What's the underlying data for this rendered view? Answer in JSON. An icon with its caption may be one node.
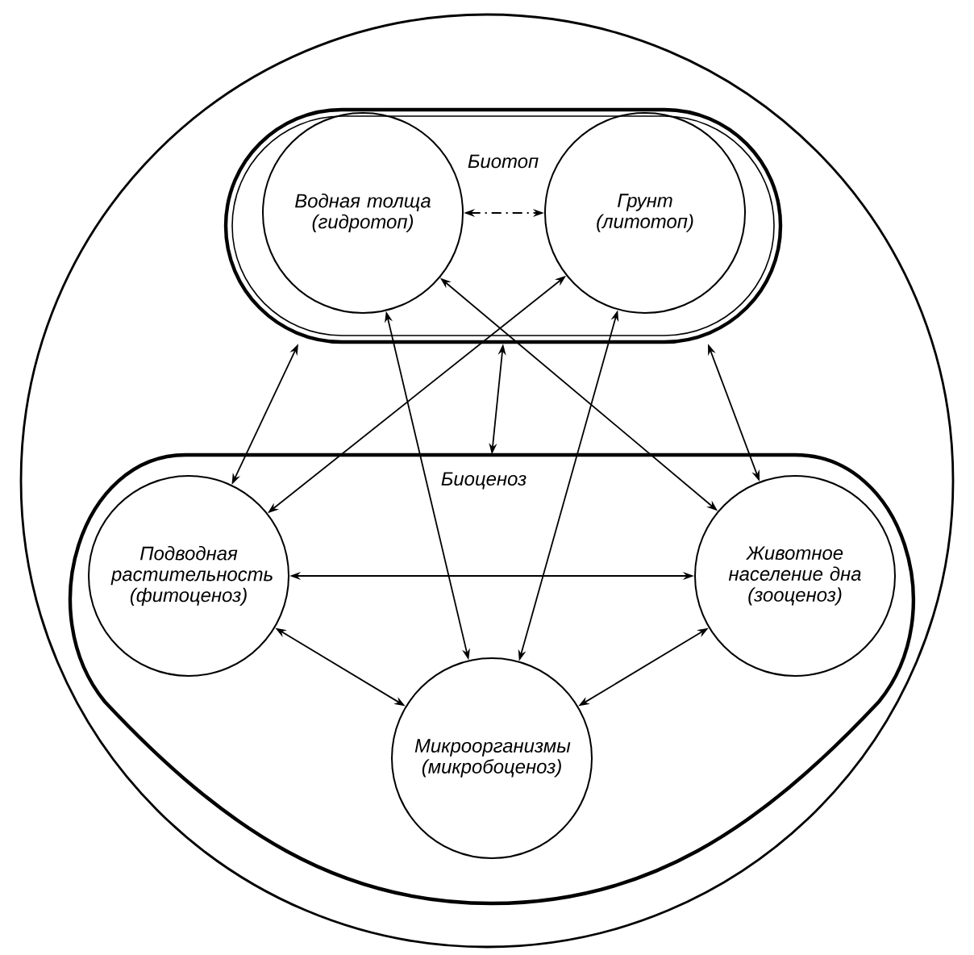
{
  "diagram": {
    "nodes": [
      {
        "text": [],
        "shape": "circle"
      },
      {
        "text": [
          "Биотоп"
        ],
        "in": 0
      },
      {
        "text": [
          "Водная толща (гидротоп)"
        ],
        "in": 1
      },
      {
        "text": [
          "Грунт (литотоп)"
        ],
        "in": 1
      },
      {
        "text": [
          "Биоценоз"
        ],
        "in": 0
      },
      {
        "text": [
          "Подводная растительность (фитоценоз)"
        ],
        "in": 4
      },
      {
        "text": [
          "Животное население дна (зооценоз)"
        ],
        "in": 4
      },
      {
        "text": [
          "Микроорганизмы (микробоценоз)"
        ],
        "in": 4
      }
    ],
    "edges": [
      {
        "from": 2,
        "to": 3,
        "arrow": "both",
        "style": "dashed"
      },
      {
        "from": 1,
        "to": 4,
        "arrow": "both"
      },
      {
        "from": 2,
        "to": 6,
        "arrow": "both"
      },
      {
        "from": 3,
        "to": 5,
        "arrow": "both"
      },
      {
        "from": 1,
        "to": 5,
        "arrow": "both"
      },
      {
        "from": 1,
        "to": 6,
        "arrow": "both"
      },
      {
        "from": 2,
        "to": 7,
        "arrow": "both"
      },
      {
        "from": 3,
        "to": 7,
        "arrow": "both"
      },
      {
        "from": 5,
        "to": 6,
        "arrow": "both"
      },
      {
        "from": 5,
        "to": 7,
        "arrow": "both"
      },
      {
        "from": 6,
        "to": 7,
        "arrow": "both"
      }
    ]
  }
}
